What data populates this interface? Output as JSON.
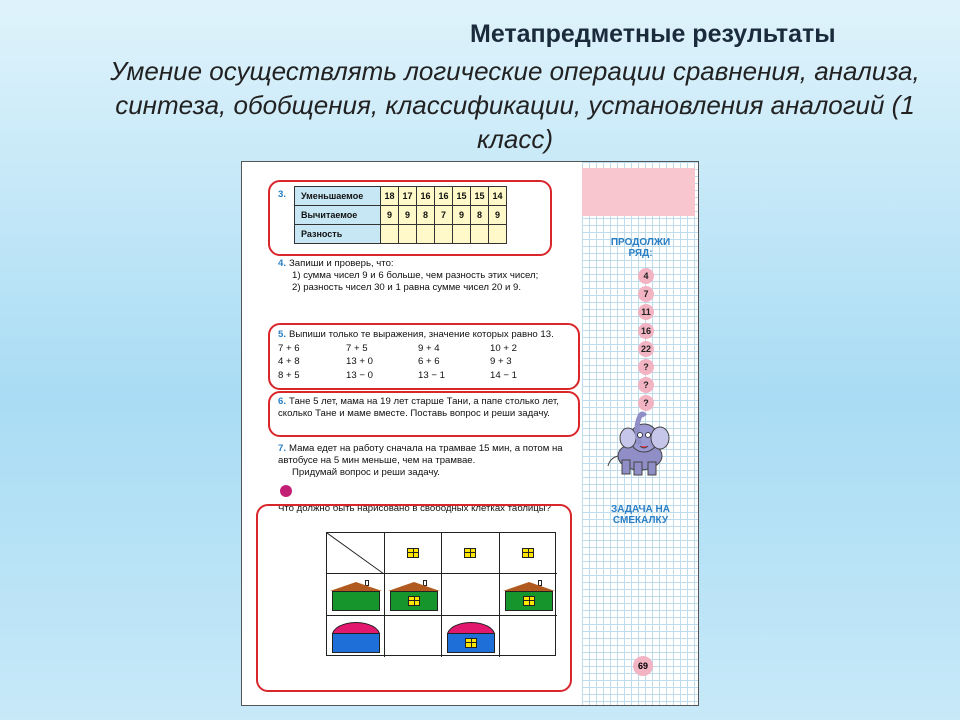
{
  "slide": {
    "title": "Метапредметные результаты",
    "subtitle": "Умение осуществлять логические операции сравнения, анализа, синтеза, обобщения, классификации, установления аналогий (1 класс)"
  },
  "textbook": {
    "task3": {
      "num": "3.",
      "rows": [
        {
          "label": "Уменьшаемое",
          "cells": [
            "18",
            "17",
            "16",
            "16",
            "15",
            "15",
            "14"
          ]
        },
        {
          "label": "Вычитаемое",
          "cells": [
            "9",
            "9",
            "8",
            "7",
            "9",
            "8",
            "9"
          ]
        },
        {
          "label": "Разность",
          "cells": [
            "",
            "",
            "",
            "",
            "",
            "",
            ""
          ]
        }
      ]
    },
    "task4": {
      "num": "4.",
      "intro": "Запиши и проверь, что:",
      "line1": "1) сумма чисел 9 и 6 больше, чем разность этих чисел;",
      "line2": "2) разность чисел 30 и 1 равна сумме чисел 20 и 9."
    },
    "task5": {
      "num": "5.",
      "text": "Выпиши только те выражения, значение которых равно 13.",
      "expressions": [
        "7 + 6",
        "7 + 5",
        "9 + 4",
        "10 + 2",
        "4 + 8",
        "13 + 0",
        "6 + 6",
        "9 + 3",
        "8 + 5",
        "13 − 0",
        "13 − 1",
        "14 − 1"
      ]
    },
    "task6": {
      "num": "6.",
      "text": "Тане 5 лет, мама на 19 лет старше Тани, а папе столько лет, сколько Тане и маме вместе. Поставь вопрос и реши задачу."
    },
    "task7": {
      "num": "7.",
      "text": "Мама едет на работу сначала на трамвае 15 мин, а потом на автобусе на 5 мин меньше, чем на трамвае.",
      "text2": "Придумай вопрос и реши задачу."
    },
    "puzzle_question": "Что должно быть нарисовано в свободных клетках таблицы?",
    "margin": {
      "continue_label": "ПРОДОЛЖИ РЯД:",
      "sequence": [
        "4",
        "7",
        "11",
        "16",
        "22",
        "?",
        "?",
        "?"
      ],
      "puzzle_label": "ЗАДАЧА НА СМЕКАЛКУ",
      "page_number": "69"
    },
    "colors": {
      "highlight": "#d8262a",
      "task_number": "#2a7fc4",
      "house_green": "#16952c",
      "house_blue": "#1e6fd8",
      "roof_pink": "#e2176e",
      "roof_brown": "#b15a1f",
      "window": "#ffe600"
    }
  }
}
